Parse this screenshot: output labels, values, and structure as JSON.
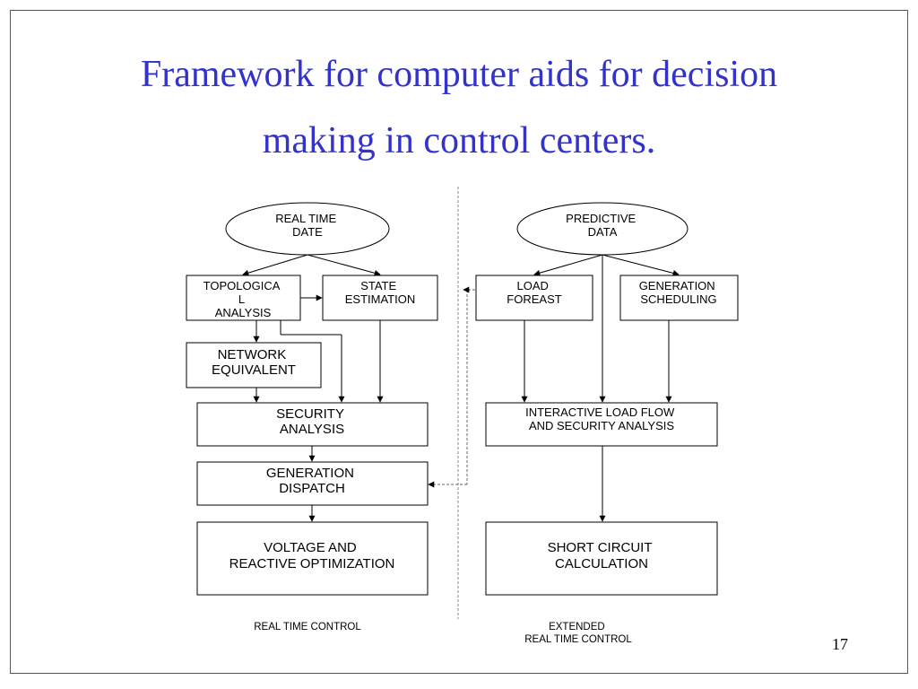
{
  "slide": {
    "title_line1": "Framework for computer aids for decision",
    "title_line2": "making in control centers.",
    "page_number": "17"
  },
  "diagram": {
    "left": {
      "source": [
        "REAL TIME",
        "DATE"
      ],
      "topological": [
        "TOPOLOGICA",
        "L",
        "ANALYSIS"
      ],
      "state_estimation": [
        "STATE",
        "ESTIMATION"
      ],
      "network_equivalent": [
        "NETWORK",
        "EQUIVALENT"
      ],
      "security_analysis": [
        "SECURITY",
        "ANALYSIS"
      ],
      "generation_dispatch": [
        "GENERATION",
        "DISPATCH"
      ],
      "voltage_optimization": [
        "VOLTAGE AND",
        "REACTIVE OPTIMIZATION"
      ],
      "caption": "REAL TIME CONTROL"
    },
    "right": {
      "source": [
        "PREDICTIVE",
        "DATA"
      ],
      "load_forecast": [
        "LOAD",
        "FOREAST"
      ],
      "generation_scheduling": [
        "GENERATION",
        "SCHEDULING"
      ],
      "interactive_load_flow": [
        "INTERACTIVE LOAD FLOW",
        "AND SECURITY ANALYSIS"
      ],
      "short_circuit": [
        "SHORT CIRCUIT",
        "CALCULATION"
      ],
      "caption": [
        "EXTENDED",
        "REAL TIME CONTROL"
      ]
    }
  }
}
